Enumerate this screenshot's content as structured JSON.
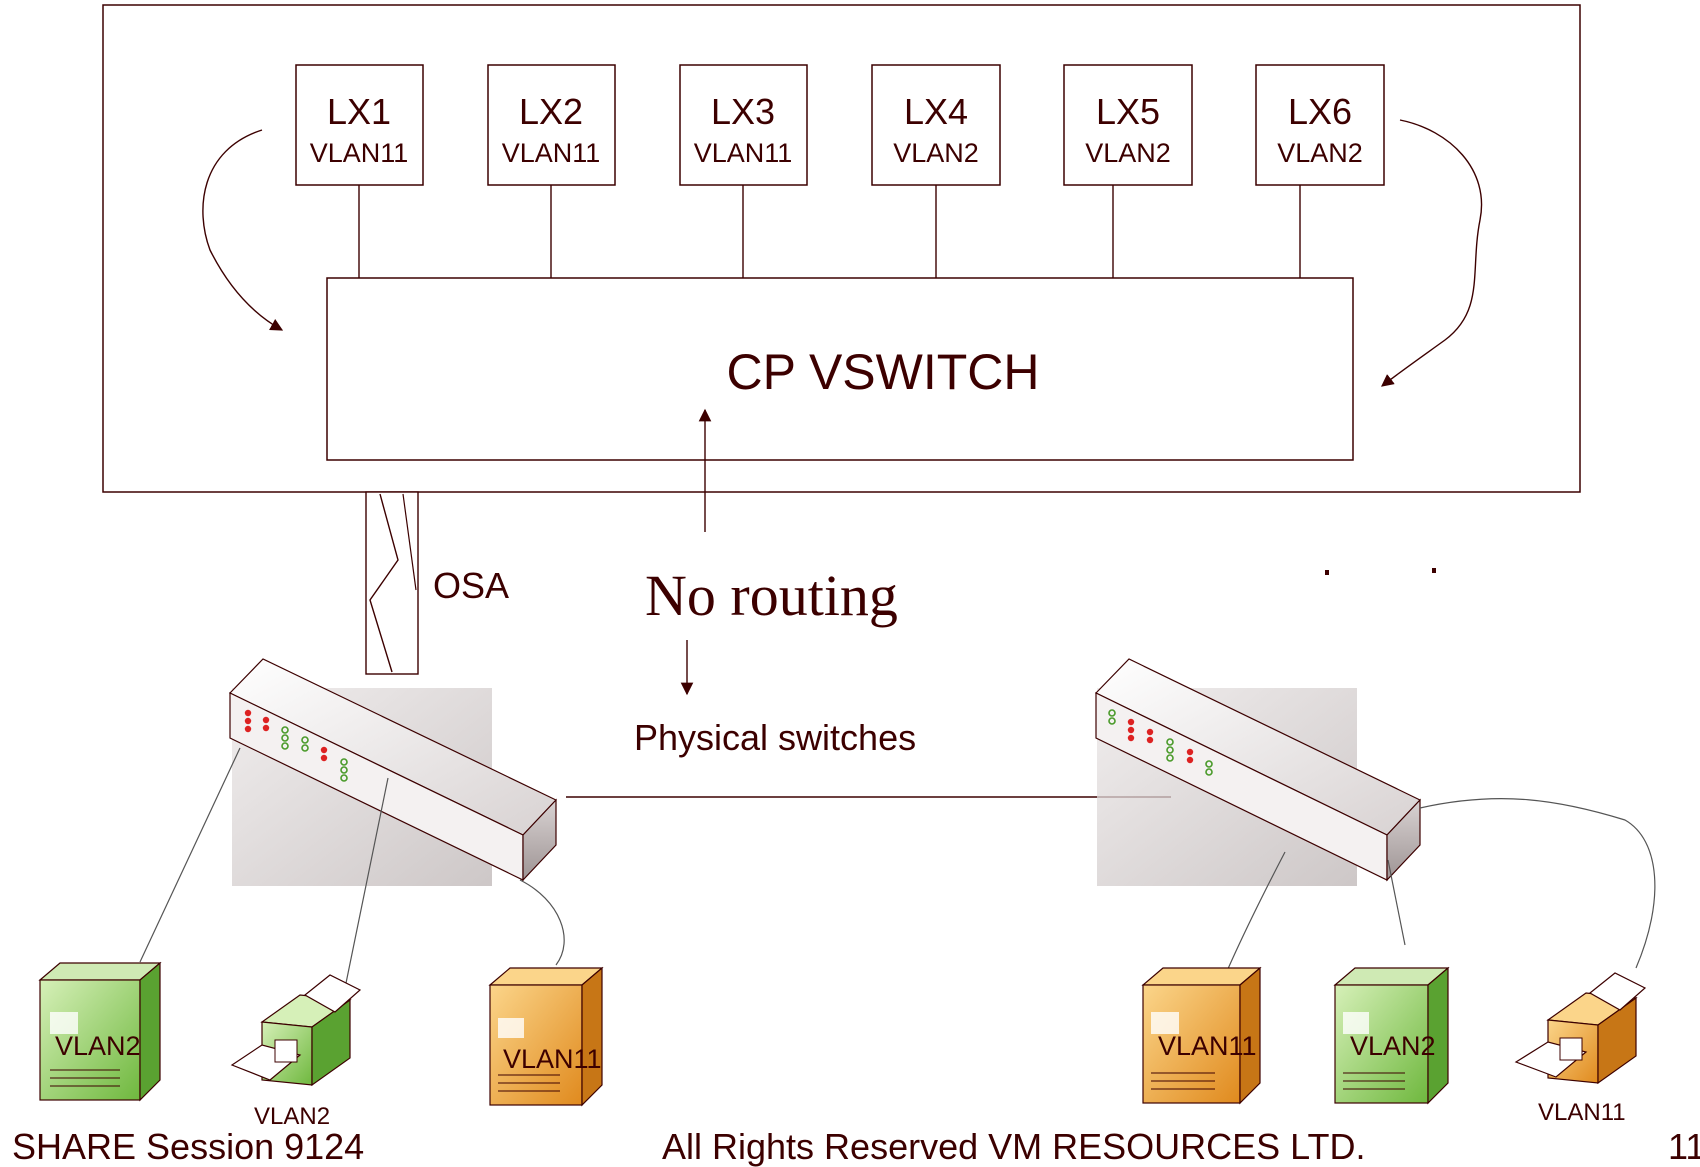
{
  "lpars": [
    {
      "name": "LX1",
      "vlan": "VLAN11"
    },
    {
      "name": "LX2",
      "vlan": "VLAN11"
    },
    {
      "name": "LX3",
      "vlan": "VLAN11"
    },
    {
      "name": "LX4",
      "vlan": "VLAN2"
    },
    {
      "name": "LX5",
      "vlan": "VLAN2"
    },
    {
      "name": "LX6",
      "vlan": "VLAN2"
    }
  ],
  "vswitch_label": "CP VSWITCH",
  "osa_label": "OSA",
  "no_routing_label": "No routing",
  "physical_switches_label": "Physical switches",
  "left_devices": [
    {
      "type": "server",
      "vlan": "VLAN2",
      "color": "green"
    },
    {
      "type": "printer",
      "vlan": "VLAN2",
      "color": "green"
    },
    {
      "type": "server",
      "vlan": "VLAN11",
      "color": "orange"
    }
  ],
  "right_devices": [
    {
      "type": "server",
      "vlan": "VLAN11",
      "color": "orange"
    },
    {
      "type": "server",
      "vlan": "VLAN2",
      "color": "green"
    },
    {
      "type": "printer",
      "vlan": "VLAN11",
      "color": "orange"
    }
  ],
  "footer": {
    "left": "SHARE Session 9124",
    "center": "All Rights Reserved VM RESOURCES LTD.",
    "page": "11"
  },
  "colors": {
    "ink": "#3c0000",
    "green": "#8ccd5a",
    "orange": "#f0a43c"
  }
}
